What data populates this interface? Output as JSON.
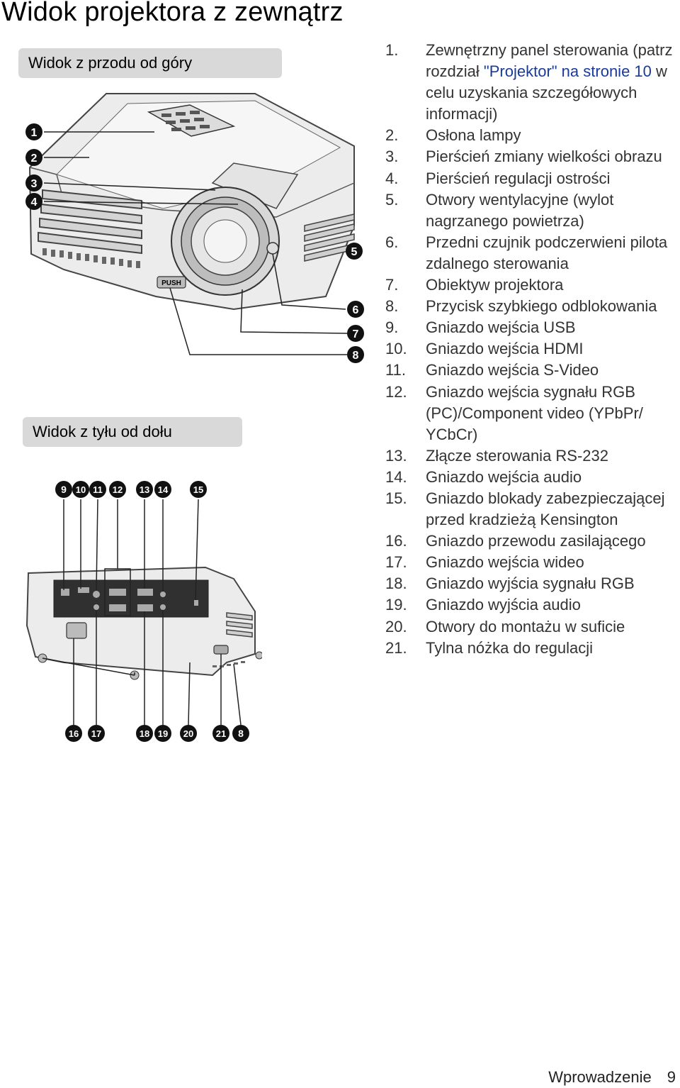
{
  "page": {
    "title": "Widok projektora z zewnątrz"
  },
  "sections": {
    "front_label": "Widok z przodu od góry",
    "back_label": "Widok z tyłu od dołu"
  },
  "figure_front": {
    "callouts": [
      "1",
      "2",
      "3",
      "4",
      "5",
      "6",
      "7",
      "8"
    ],
    "push_label": "PUSH"
  },
  "figure_back": {
    "top_callouts": [
      "9",
      "10",
      "11",
      "12",
      "13",
      "14",
      "15"
    ],
    "bottom_callouts": [
      "16",
      "17",
      "18",
      "19",
      "20",
      "21",
      "8"
    ]
  },
  "items": [
    {
      "num": "1.",
      "pre": "Zewnętrzny panel sterowania (patrz rozdział ",
      "link": "\"Projektor\" na stronie 10",
      "post": " w celu uzyskania szczegółowych informacji)"
    },
    {
      "num": "2.",
      "text": "Osłona lampy"
    },
    {
      "num": "3.",
      "text": "Pierścień zmiany wielkości obrazu"
    },
    {
      "num": "4.",
      "text": "Pierścień regulacji ostrości"
    },
    {
      "num": "5.",
      "text": "Otwory wentylacyjne (wylot nagrzanego powietrza)"
    },
    {
      "num": "6.",
      "text": "Przedni czujnik podczerwieni pilota zdalnego sterowania"
    },
    {
      "num": "7.",
      "text": "Obiektyw projektora"
    },
    {
      "num": "8.",
      "text": "Przycisk szybkiego odblokowania"
    },
    {
      "num": "9.",
      "text": "Gniazdo wejścia USB"
    },
    {
      "num": "10.",
      "text": "Gniazdo wejścia HDMI"
    },
    {
      "num": "11.",
      "text": "Gniazdo wejścia S-Video"
    },
    {
      "num": "12.",
      "text": "Gniazdo wejścia sygnału RGB (PC)/Component video (YPbPr/ YCbCr)"
    },
    {
      "num": "13.",
      "text": "Złącze sterowania RS-232"
    },
    {
      "num": "14.",
      "text": "Gniazdo wejścia audio"
    },
    {
      "num": "15.",
      "text": "Gniazdo blokady zabezpieczającej przed kradzieżą Kensington"
    },
    {
      "num": "16.",
      "text": "Gniazdo przewodu zasilającego"
    },
    {
      "num": "17.",
      "text": "Gniazdo wejścia wideo"
    },
    {
      "num": "18.",
      "text": "Gniazdo wyjścia sygnału RGB"
    },
    {
      "num": "19.",
      "text": "Gniazdo wyjścia audio"
    },
    {
      "num": "20.",
      "text": "Otwory do montażu w suficie"
    },
    {
      "num": "21.",
      "text": "Tylna nóżka do regulacji"
    }
  ],
  "footer": {
    "section": "Wprowadzenie",
    "page_number": "9"
  }
}
